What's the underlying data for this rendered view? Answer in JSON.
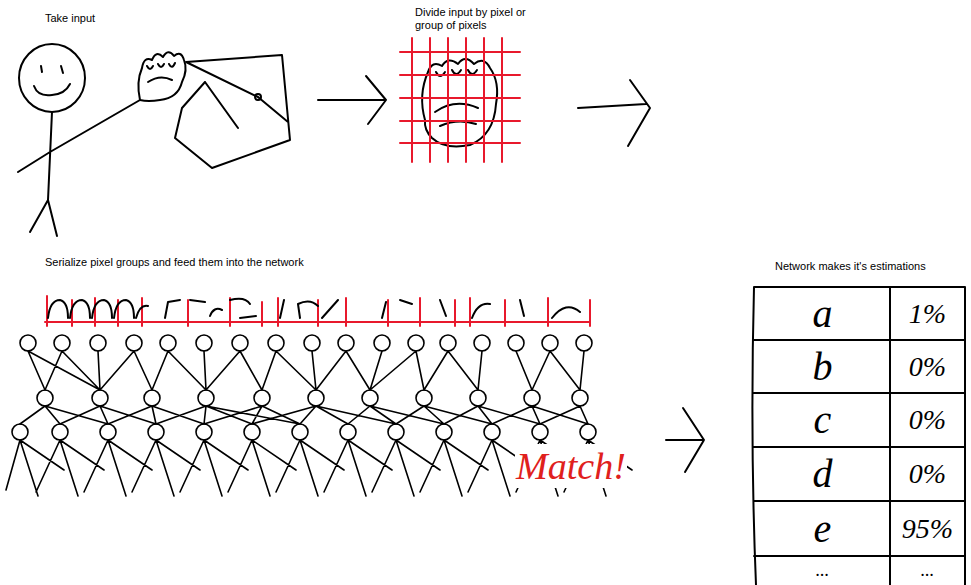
{
  "diagram": {
    "nodes": [
      {
        "text": [
          "Take input"
        ]
      },
      {
        "text": [
          "Divide input by pixel or group of pixels"
        ]
      },
      {
        "text": [
          "Serialize pixel groups and feed them into the network"
        ]
      },
      {
        "text": [
          "Network makes it's estimations"
        ]
      }
    ],
    "edges": [
      {
        "from": 0,
        "to": 1,
        "arrow": "to"
      },
      {
        "from": 2,
        "to": 3,
        "arrow": "to"
      }
    ],
    "labels": [
      "Match!",
      "a",
      "1%",
      "b",
      "0%",
      "c",
      "0%",
      "d",
      "0%",
      "e",
      "95%",
      "...",
      "..."
    ]
  }
}
